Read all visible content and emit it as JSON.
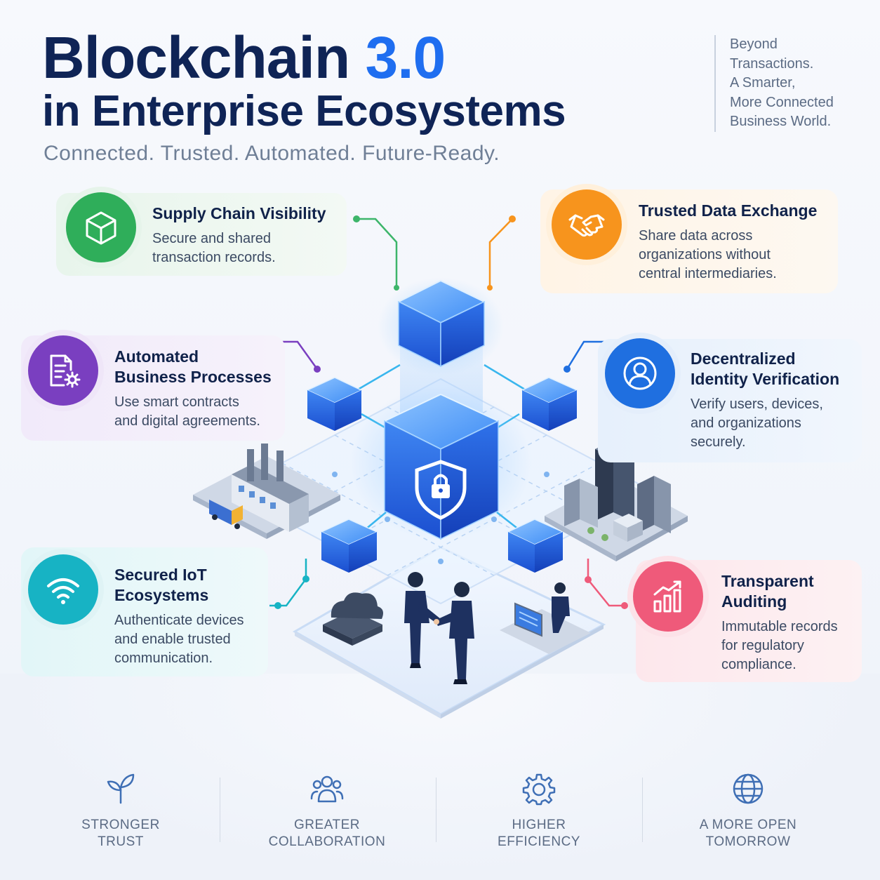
{
  "header": {
    "title_main": "Blockchain ",
    "title_accent": "3.0",
    "title_sub": "in Enterprise Ecosystems",
    "tagline": "Connected. Trusted. Automated. Future-Ready.",
    "side_note": [
      "Beyond",
      "Transactions.",
      "A Smarter,",
      "More Connected",
      "Business World."
    ]
  },
  "features": {
    "supply_chain": {
      "title": "Supply Chain Visibility",
      "desc_1": "Secure and shared",
      "desc_2": "transaction records."
    },
    "trusted_data": {
      "title": "Trusted Data Exchange",
      "desc_1": "Share data across",
      "desc_2": "organizations without",
      "desc_3": "central intermediaries."
    },
    "automated": {
      "title_1": "Automated",
      "title_2": "Business Processes",
      "desc_1": "Use smart contracts",
      "desc_2": "and digital agreements."
    },
    "identity": {
      "title_1": "Decentralized",
      "title_2": "Identity Verification",
      "desc_1": "Verify users, devices,",
      "desc_2": "and organizations",
      "desc_3": "securely."
    },
    "iot": {
      "title_1": "Secured IoT",
      "title_2": "Ecosystems",
      "desc_1": "Authenticate devices",
      "desc_2": "and enable trusted",
      "desc_3": "communication."
    },
    "auditing": {
      "title_1": "Transparent",
      "title_2": "Auditing",
      "desc_1": "Immutable records",
      "desc_2": "for regulatory",
      "desc_3": "compliance."
    }
  },
  "values": [
    {
      "line1": "STRONGER",
      "line2": "TRUST",
      "icon": "sprout-icon"
    },
    {
      "line1": "GREATER",
      "line2": "COLLABORATION",
      "icon": "people-icon"
    },
    {
      "line1": "HIGHER",
      "line2": "EFFICIENCY",
      "icon": "gear-icon"
    },
    {
      "line1": "A MORE OPEN",
      "line2": "TOMORROW",
      "icon": "globe-icon"
    }
  ],
  "colors": {
    "navy": "#0f2456",
    "accent_blue": "#1f6ef0",
    "green": "#2fae5a",
    "orange": "#f7941d",
    "purple": "#7a3fc0",
    "blue": "#1f6fe0",
    "teal": "#17b3c4",
    "pink": "#ef5a7a"
  }
}
